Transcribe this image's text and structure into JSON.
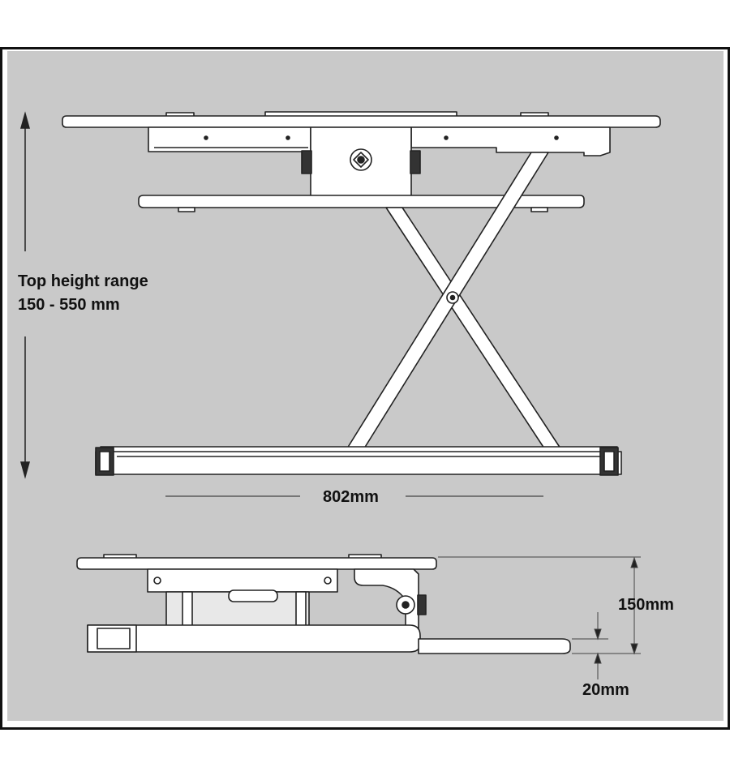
{
  "labels": {
    "height_range_line1": "Top height range",
    "height_range_line2": "150 - 550 mm",
    "width": "802mm",
    "collapsed_height": "150mm",
    "keyboard_tray_height": "20mm"
  }
}
